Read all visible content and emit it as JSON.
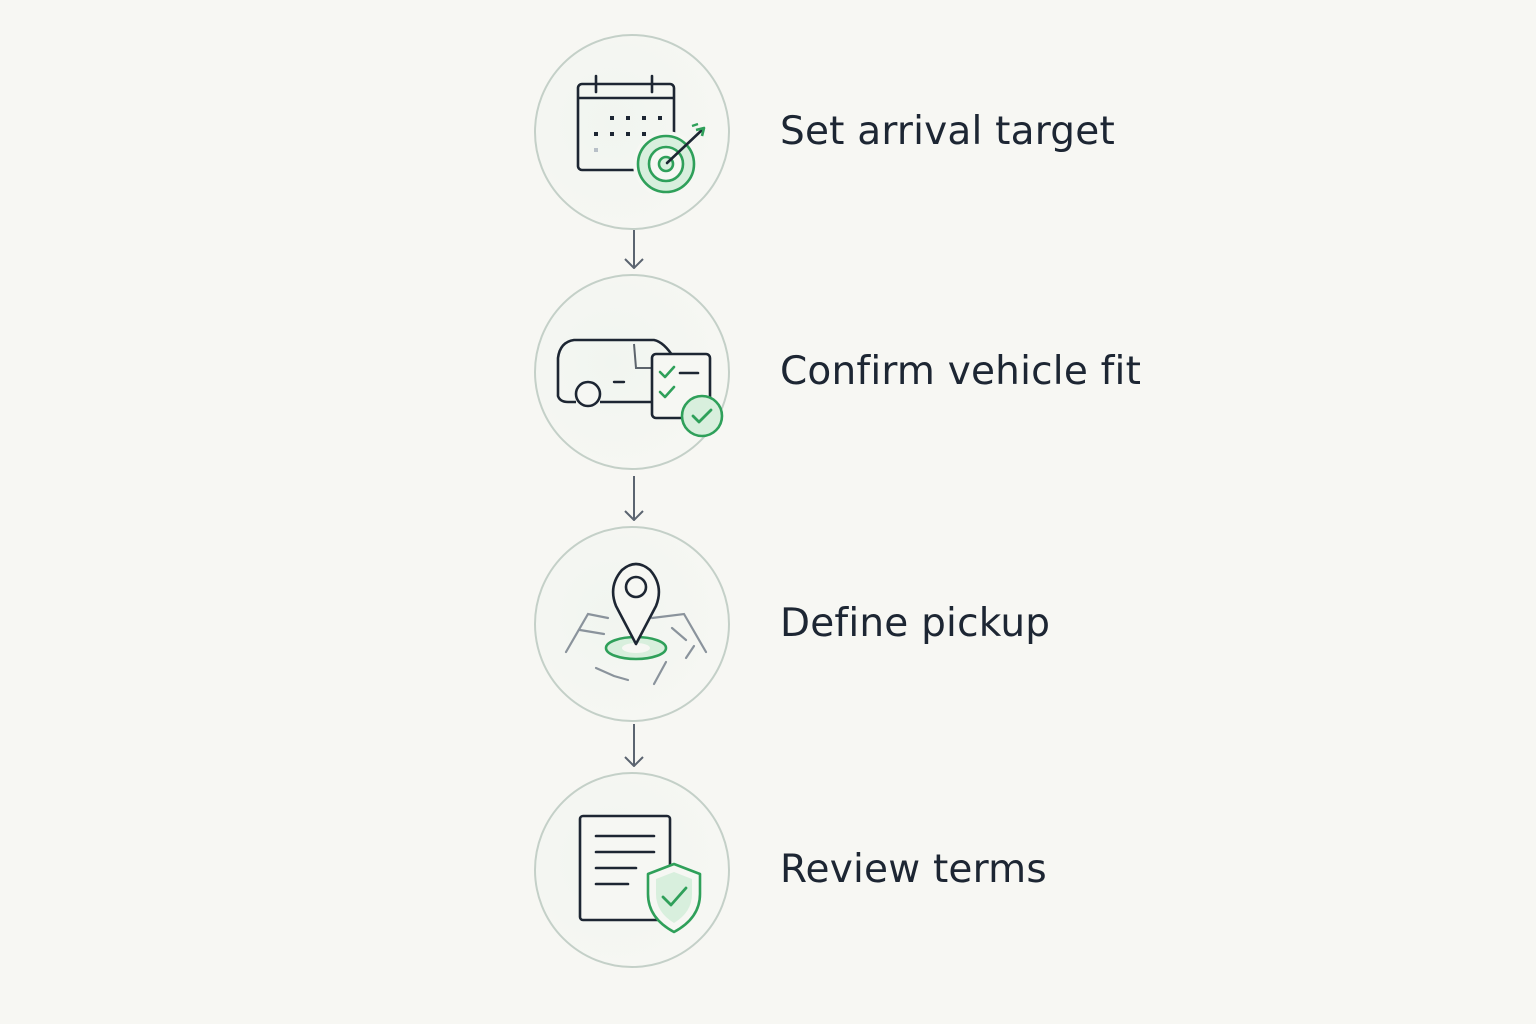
{
  "steps": [
    {
      "label": "Set arrival target",
      "icon": "calendar-target-icon"
    },
    {
      "label": "Confirm vehicle fit",
      "icon": "van-checklist-icon"
    },
    {
      "label": "Define pickup",
      "icon": "map-pin-icon"
    },
    {
      "label": "Review terms",
      "icon": "document-shield-icon"
    }
  ],
  "colors": {
    "background": "#f7f7f3",
    "outline": "#1d2633",
    "accent": "#2fa05a",
    "accent_light": "#d8efdd",
    "circle_border": "#c4d0c8",
    "connector": "#5b6470"
  }
}
